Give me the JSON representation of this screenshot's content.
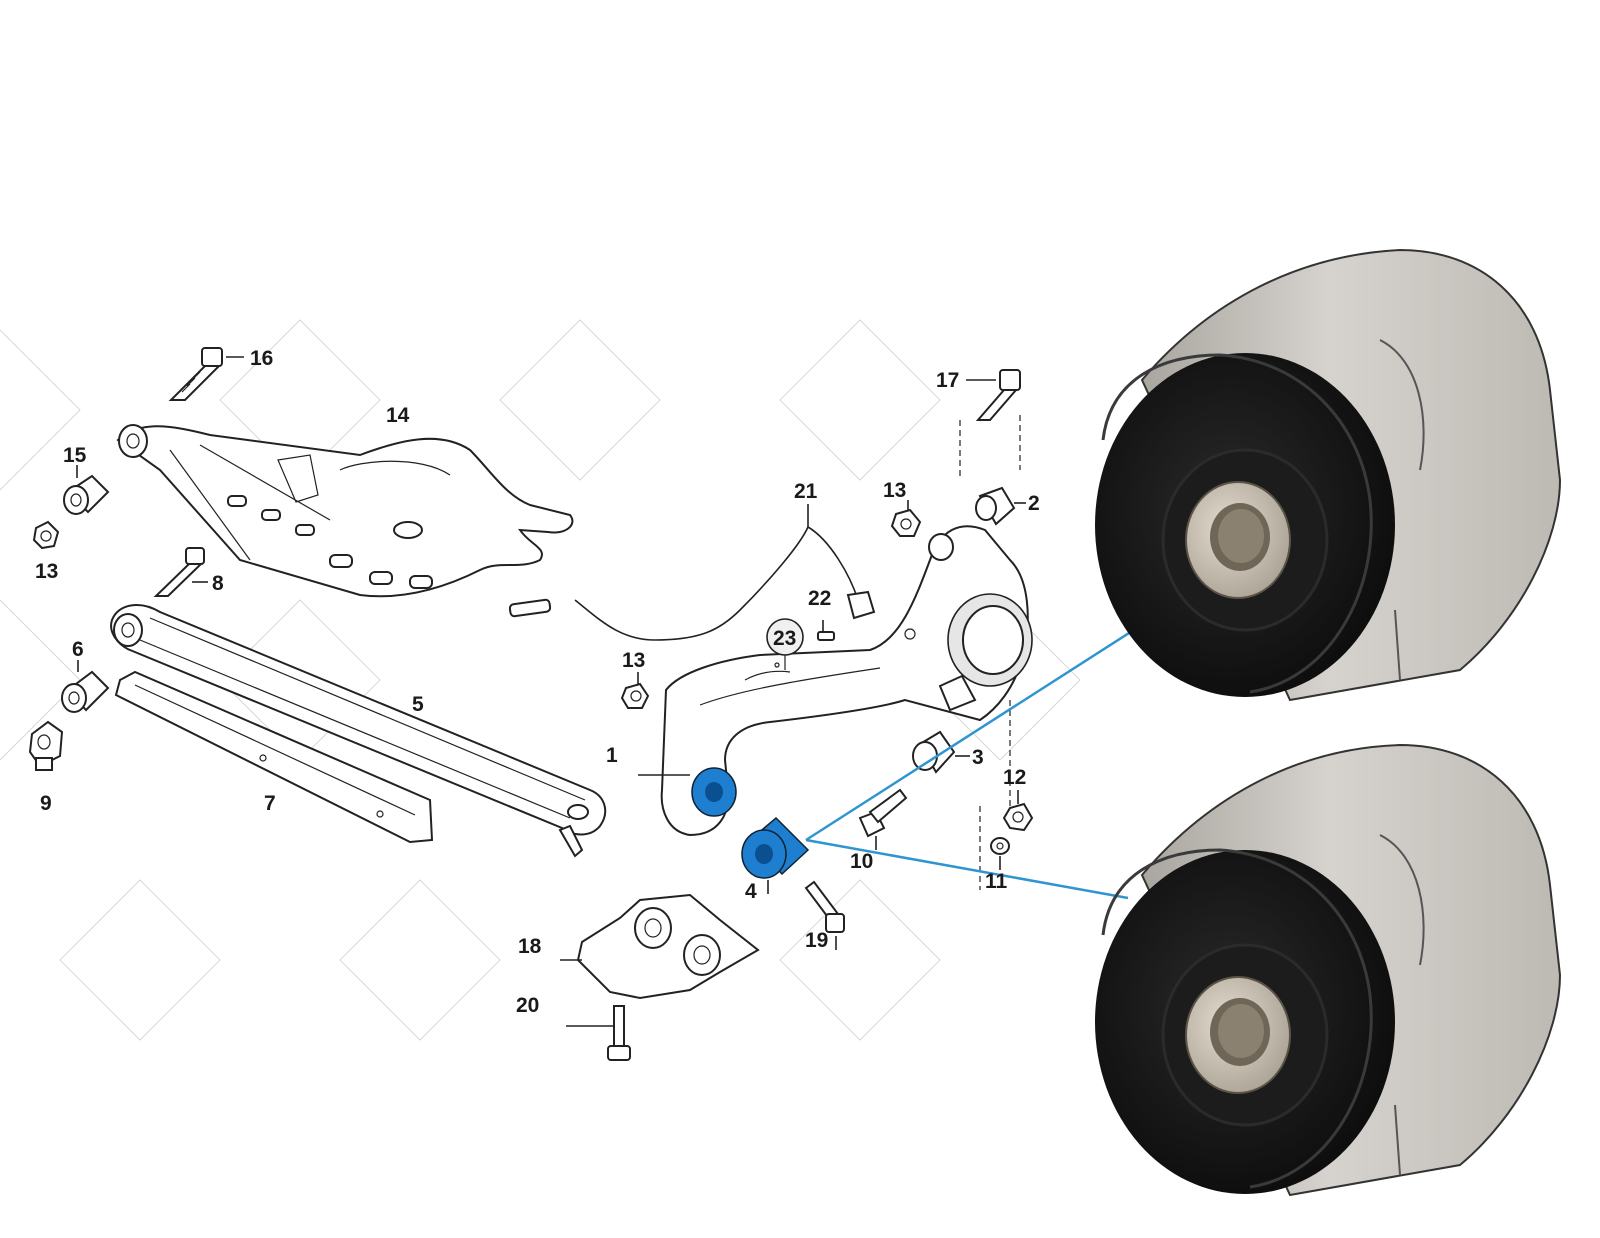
{
  "callouts": {
    "c1": "1",
    "c2": "2",
    "c3": "3",
    "c4": "4",
    "c5": "5",
    "c6": "6",
    "c7": "7",
    "c8": "8",
    "c9": "9",
    "c10": "10",
    "c11": "11",
    "c12": "12",
    "c13a": "13",
    "c13b": "13",
    "c13c": "13",
    "c14": "14",
    "c15": "15",
    "c16": "16",
    "c17": "17",
    "c18": "18",
    "c19": "19",
    "c20": "20",
    "c21": "21",
    "c22": "22",
    "c23": "23"
  },
  "colors": {
    "highlight": "#1e7fd0",
    "leader": "#2f95d0",
    "bushing_rubber": "#161616",
    "bushing_shell": "#c9c6c0"
  }
}
